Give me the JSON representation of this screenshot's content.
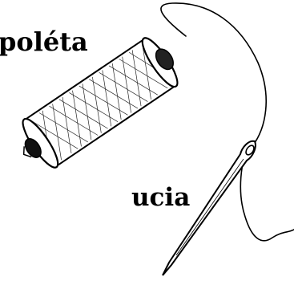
{
  "labels": {
    "spool": "poléta",
    "needle": "ucia"
  },
  "icons": {
    "spool": "thread-spool-icon",
    "needle": "sewing-needle-icon",
    "thread": "thread-line"
  },
  "colors": {
    "ink": "#000000",
    "background": "#ffffff"
  }
}
